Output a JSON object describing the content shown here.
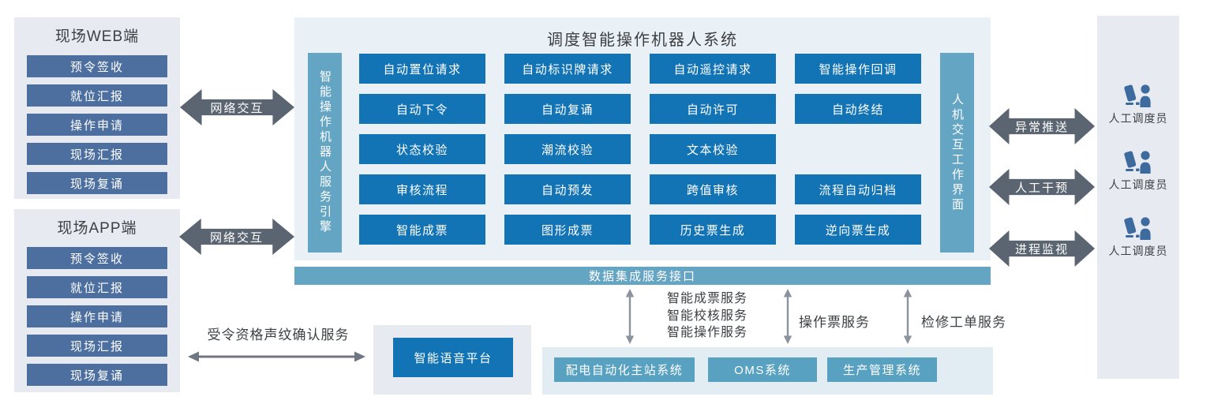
{
  "colors": {
    "module_blue": "#1273b5",
    "side_button_blue": "#4d6fa0",
    "bar_light_blue": "#64a5c4",
    "system_box_blue": "#58a1c1",
    "fat_arrow_gray": "#5b6471",
    "thin_arrow_gray": "#8a939e",
    "panel_gray": "#e8eaf1",
    "panel_light_blue": "#eaf1f6",
    "person_icon_blue": "#3e6b9e"
  },
  "web_panel": {
    "title": "现场WEB端",
    "items": [
      "预令签收",
      "就位汇报",
      "操作申请",
      "现场汇报",
      "现场复诵"
    ]
  },
  "app_panel": {
    "title": "现场APP端",
    "items": [
      "预令签收",
      "就位汇报",
      "操作申请",
      "现场汇报",
      "现场复诵"
    ]
  },
  "network_arrows": {
    "top_label": "网络交互",
    "bottom_label": "网络交互"
  },
  "main_system": {
    "title": "调度智能操作机器人系统",
    "left_bar": "智能操作机器人服务引擎",
    "right_bar": "人机交互工作界面",
    "modules": [
      "自动置位请求",
      "自动标识牌请求",
      "自动遥控请求",
      "智能操作回调",
      "自动下令",
      "自动复诵",
      "自动许可",
      "自动终结",
      "状态校验",
      "潮流校验",
      "文本校验",
      "",
      "审核流程",
      "自动预发",
      "跨值审核",
      "流程自动归档",
      "智能成票",
      "图形成票",
      "历史票生成",
      "逆向票生成"
    ]
  },
  "data_bar_label": "数据集成服务接口",
  "voice_platform": {
    "box_label": "智能语音平台",
    "arrow_label": "受令资格声纹确认服务"
  },
  "service_links": [
    {
      "lines": [
        "智能成票服务",
        "智能校核服务",
        "智能操作服务"
      ]
    },
    {
      "lines": [
        "操作票服务"
      ]
    },
    {
      "lines": [
        "检修工单服务"
      ]
    }
  ],
  "external_systems": [
    "配电自动化主站系统",
    "OMS系统",
    "生产管理系统"
  ],
  "interaction_arrows": [
    {
      "label": "异常推送"
    },
    {
      "label": "人工干预"
    },
    {
      "label": "进程监视"
    }
  ],
  "dispatcher_label": "人工调度员"
}
